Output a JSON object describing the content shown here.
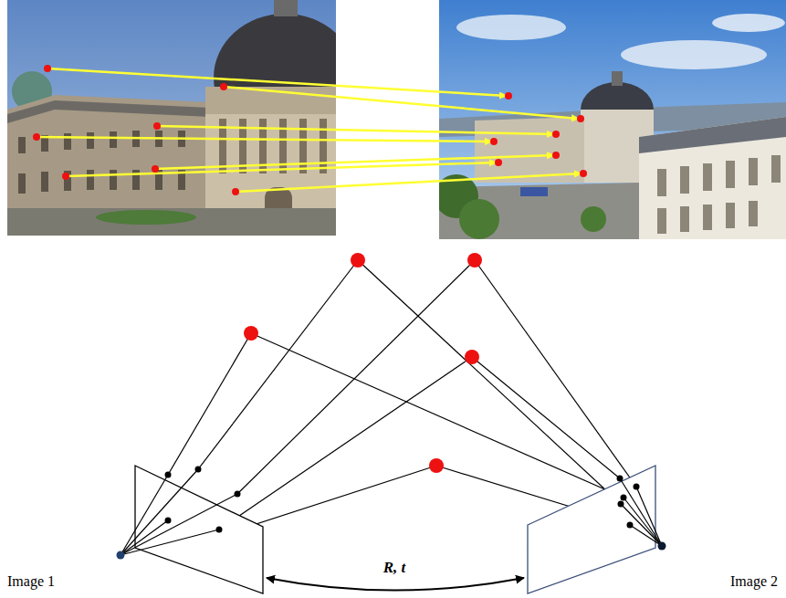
{
  "diagram": {
    "labels": [
      "Image 1",
      "R, t",
      "Image 2"
    ]
  }
}
